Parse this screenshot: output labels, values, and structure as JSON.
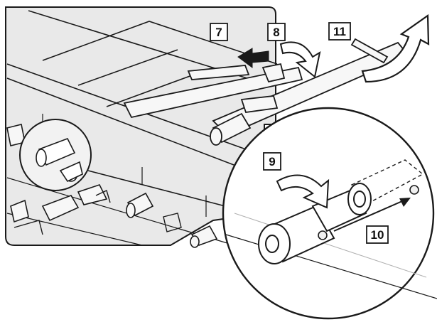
{
  "figure": {
    "step_labels": [
      "7",
      "8",
      "9",
      "10",
      "11"
    ],
    "colors": {
      "panel_fill": "#e9e9e9",
      "line": "#1a1a1a",
      "part_fill": "#f7f7f7",
      "arrow_fill": "#ffffff"
    },
    "icons": {
      "curved_arrow": "curved-arrow-icon",
      "straight_arrow": "straight-arrow-icon"
    }
  }
}
